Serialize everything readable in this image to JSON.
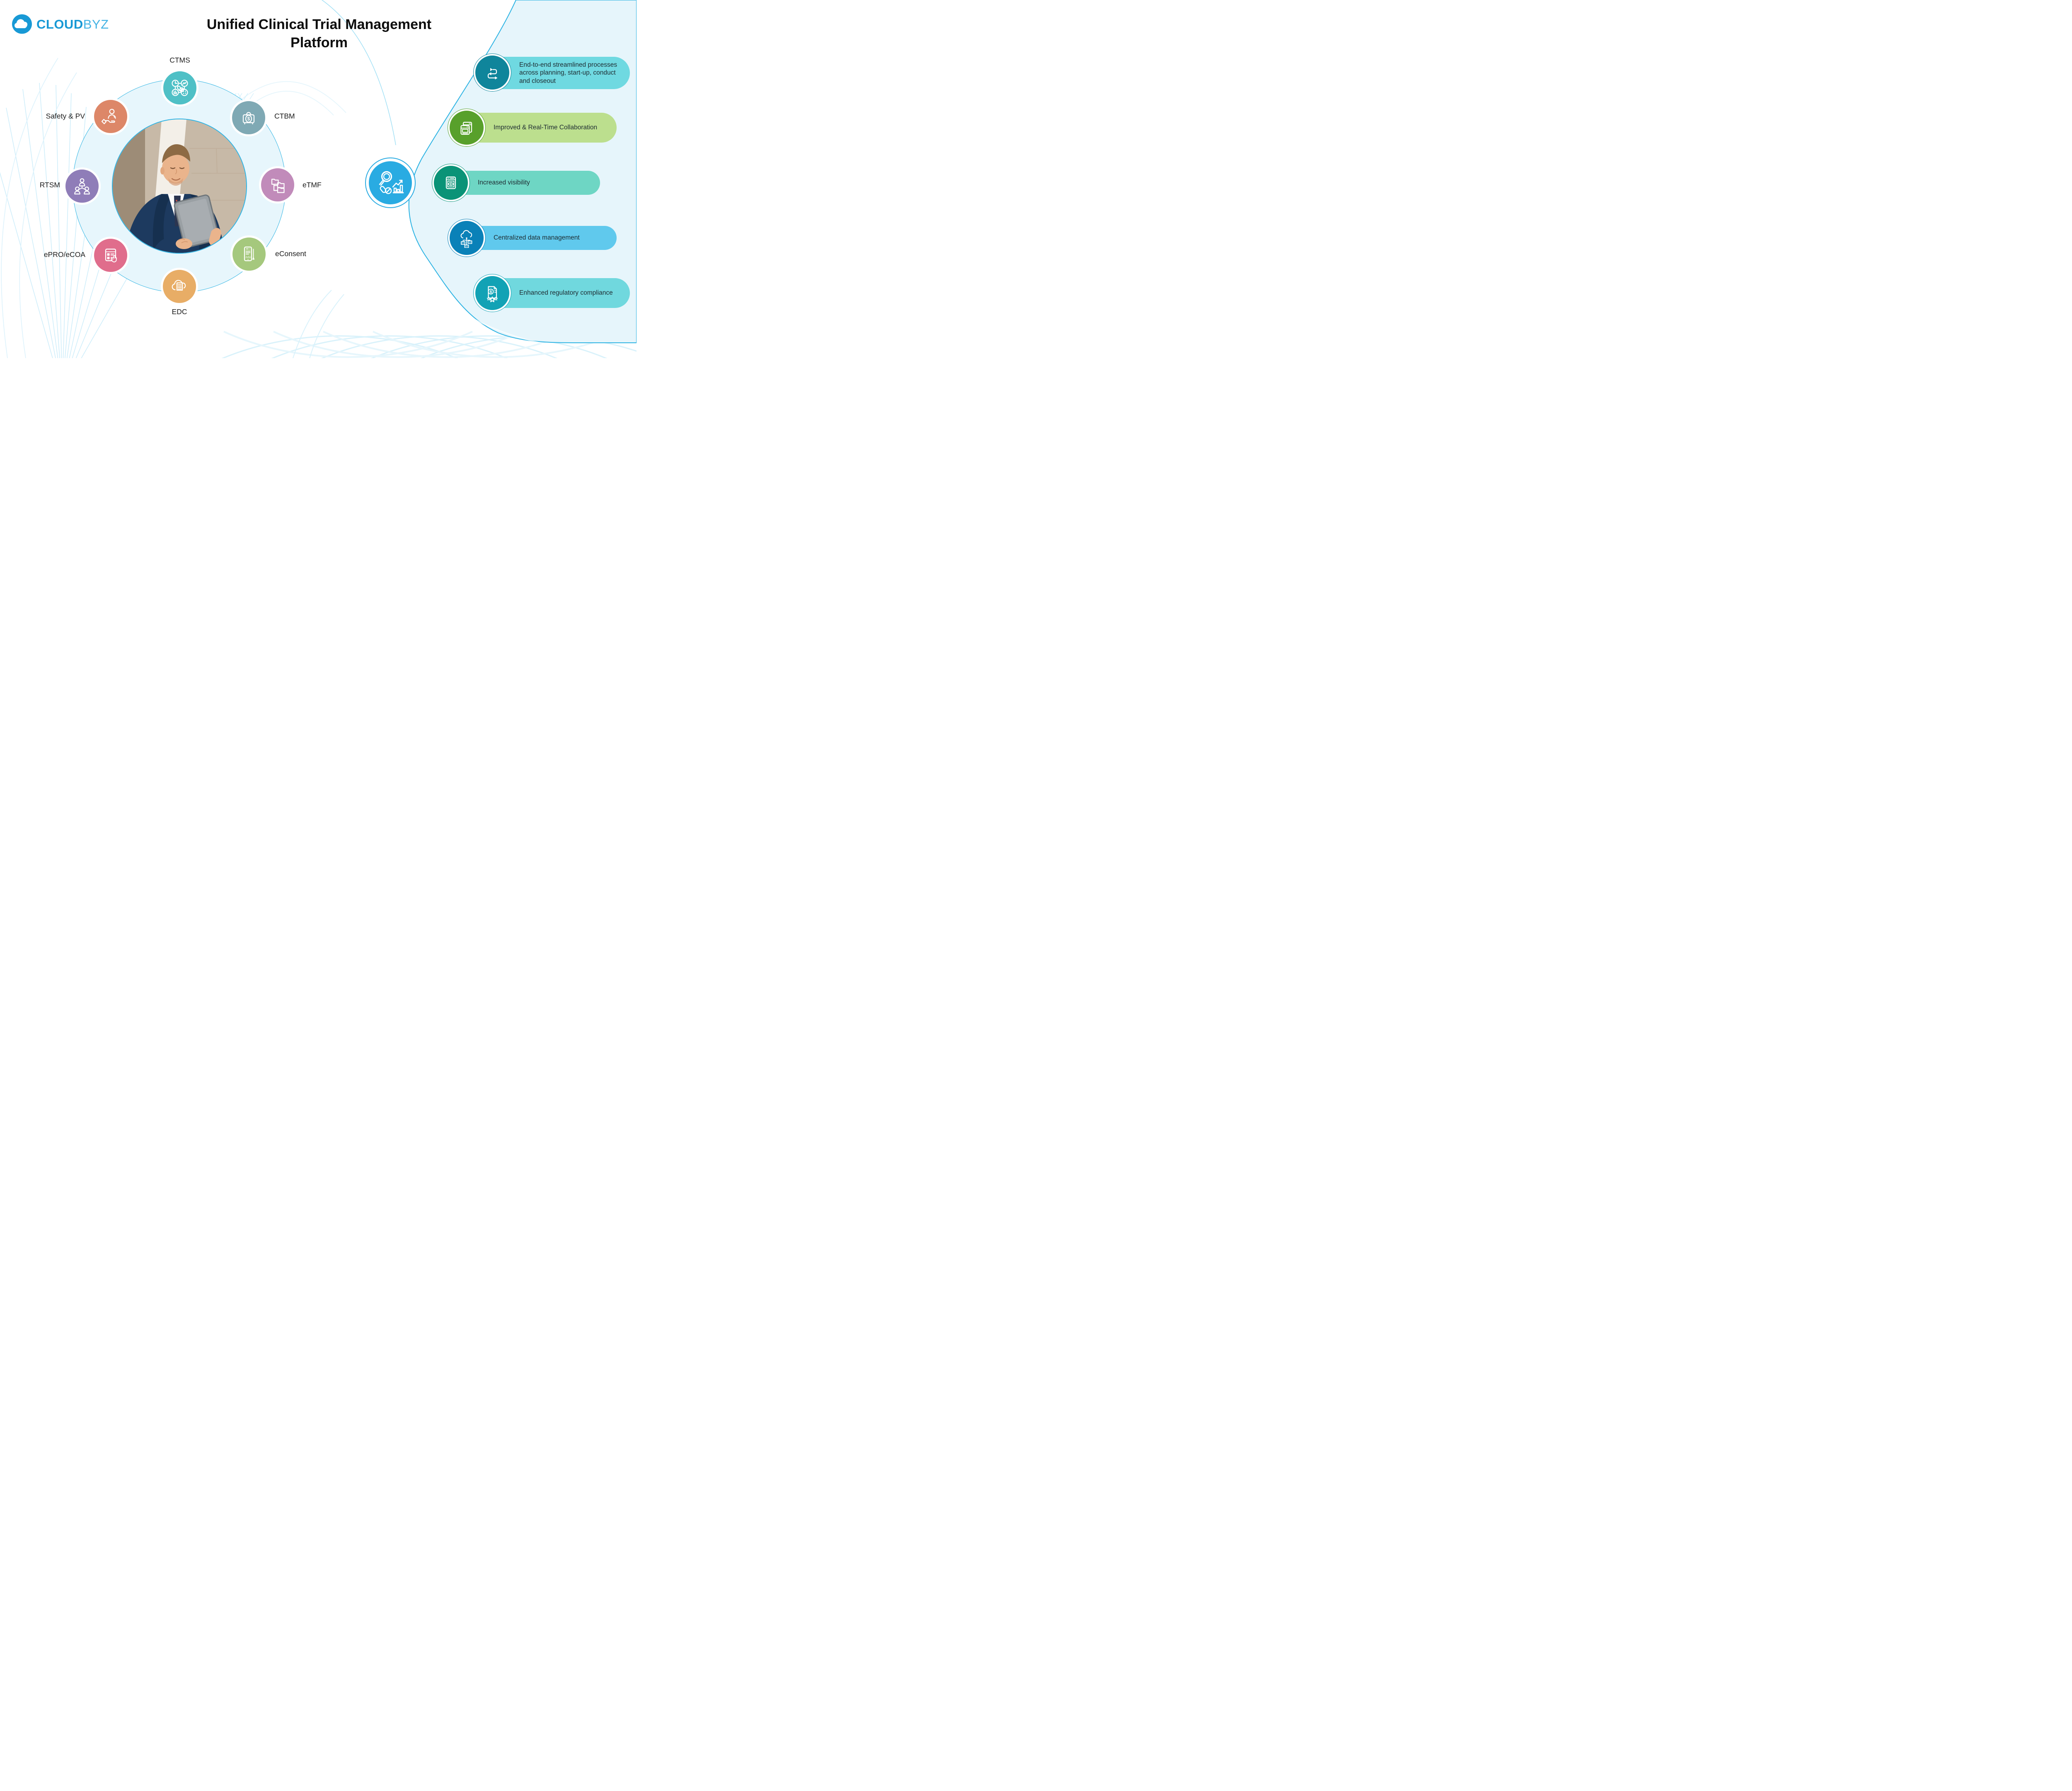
{
  "palette": {
    "accent_blue": "#29ABE2",
    "blob_fill": "#E6F5FB",
    "blob_stroke": "#2CB3E3",
    "wheel_fill": "#E7F6FC",
    "wheel_stroke": "#2CB3E3"
  },
  "logo": {
    "icon": "cloud-logo-icon",
    "brand_bold": "CLOUD",
    "brand_light": "BYZ",
    "color_bold": "#1899D5",
    "color_light": "#45B3E4"
  },
  "title": {
    "line1": "Unified Clinical Trial Management",
    "line2": "Platform"
  },
  "hub": {
    "icon": "clinical-analytics-icon",
    "color": "#29ABE2"
  },
  "modules": [
    {
      "id": "ctms",
      "label": "CTMS",
      "color": "#4FC0C6",
      "icon": "trial-management-icon"
    },
    {
      "id": "ctbm",
      "label": "CTBM",
      "color": "#7FA9B4",
      "icon": "budget-briefcase-icon",
      "glyph": "$"
    },
    {
      "id": "etmf",
      "label": "eTMF",
      "color": "#C18BBA",
      "icon": "folder-tree-icon"
    },
    {
      "id": "econsent",
      "label": "eConsent",
      "color": "#A5C87D",
      "icon": "phone-signature-icon",
      "glyph": "John"
    },
    {
      "id": "edc",
      "label": "EDC",
      "color": "#E8AD66",
      "icon": "cloud-document-icon"
    },
    {
      "id": "epro",
      "label": "ePRO/eCOA",
      "color": "#E06D8C",
      "icon": "form-click-icon"
    },
    {
      "id": "rtsm",
      "label": "RTSM",
      "color": "#8F7DB8",
      "icon": "org-chart-icon"
    },
    {
      "id": "safety",
      "label": "Safety & PV",
      "color": "#DD8768",
      "icon": "patient-care-icon"
    }
  ],
  "benefits": [
    {
      "text": "End-to-end streamlined processes across planning, start-up, conduct and closeout",
      "pill_color": "#6FD9E1",
      "icon_color": "#0F859B",
      "icon": "process-flow-icon"
    },
    {
      "text": "Improved & Real-Time Collaboration",
      "pill_color": "#BCDF8E",
      "icon_color": "#58A02B",
      "icon": "collaboration-windows-icon"
    },
    {
      "text": "Increased visibility",
      "pill_color": "#6ED6C4",
      "icon_color": "#0A9377",
      "icon": "visibility-eye-icon"
    },
    {
      "text": "Centralized data management",
      "pill_color": "#60C9ED",
      "icon_color": "#0A81B8",
      "icon": "cloud-network-icon"
    },
    {
      "text": "Enhanced regulatory compliance",
      "pill_color": "#70D8DE",
      "icon_color": "#12A2B5",
      "icon": "regulatory-document-icon",
      "glyph": "6"
    }
  ],
  "center_photo": {
    "name": "businessman-with-tablet-photo"
  }
}
